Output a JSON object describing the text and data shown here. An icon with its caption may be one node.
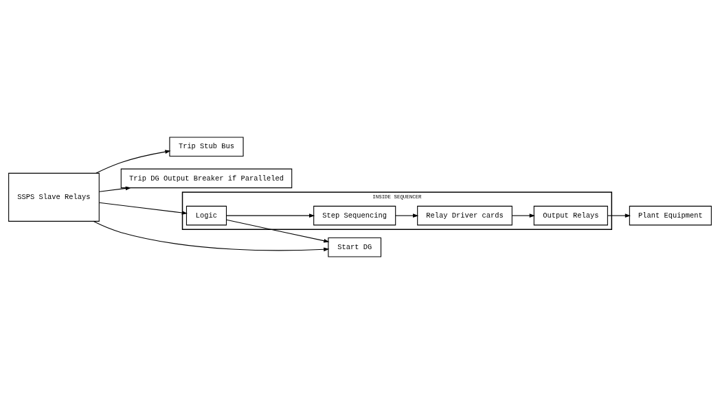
{
  "diagram": {
    "nodes": [
      {
        "text": [
          "SSPS Slave Relays"
        ]
      },
      {
        "text": [
          "Trip Stub Bus"
        ]
      },
      {
        "text": [
          "Trip DG Output Breaker if Paralleled"
        ]
      },
      {
        "text": [
          "Start DG"
        ]
      },
      {
        "text": [
          "INSIDE SEQUENCER"
        ]
      },
      {
        "text": [
          "Logic"
        ],
        "in": 4
      },
      {
        "text": [
          "Step Sequencing"
        ],
        "in": 4
      },
      {
        "text": [
          "Relay Driver cards"
        ],
        "in": 4
      },
      {
        "text": [
          "Output Relays"
        ],
        "in": 4
      },
      {
        "text": [
          "Plant Equipment"
        ]
      }
    ],
    "edges": [
      {
        "from": 0,
        "to": 1,
        "arrow": "to"
      },
      {
        "from": 0,
        "to": 2,
        "arrow": "to"
      },
      {
        "from": 0,
        "to": 3,
        "arrow": "to"
      },
      {
        "from": 0,
        "to": 5,
        "arrow": "to"
      },
      {
        "from": 5,
        "to": 3,
        "arrow": "to"
      },
      {
        "from": 5,
        "to": 6,
        "arrow": "to"
      },
      {
        "from": 6,
        "to": 7,
        "arrow": "to"
      },
      {
        "from": 7,
        "to": 8,
        "arrow": "to"
      },
      {
        "from": 8,
        "to": 9,
        "arrow": "to"
      }
    ]
  }
}
